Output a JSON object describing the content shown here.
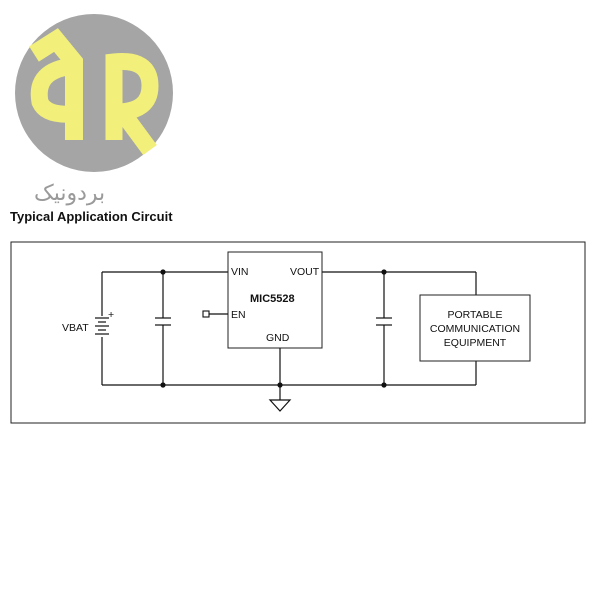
{
  "colors": {
    "logo_circle": "#a5a5a5",
    "logo_letters": "#f2f07a",
    "logo_text": "#9a9a9a",
    "ink": "#111111"
  },
  "logo": {
    "icon": "rr-monogram-icon",
    "text": "بردونیک"
  },
  "heading": "Typical Application Circuit",
  "circuit": {
    "ic_name": "MIC5528",
    "pins": {
      "vin": "VIN",
      "vout": "VOUT",
      "en": "EN",
      "gnd": "GND"
    },
    "source_label": "VBAT",
    "battery_plus": "+",
    "load_lines": [
      "PORTABLE",
      "COMMUNICATION",
      "EQUIPMENT"
    ]
  }
}
